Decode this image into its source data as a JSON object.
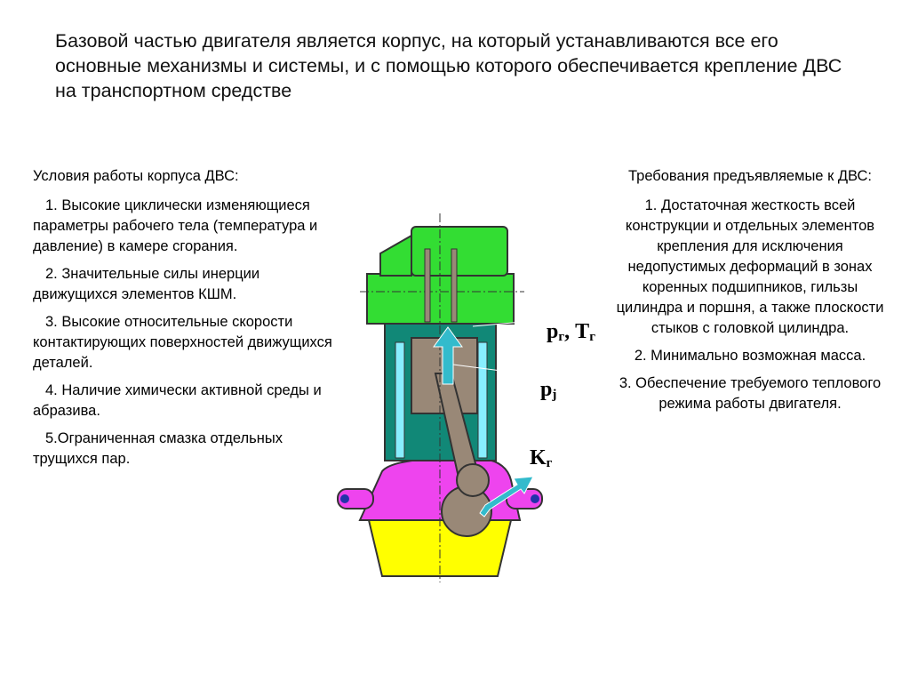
{
  "title": "Базовой частью двигателя является корпус, на который устанавливаются все его основные механизмы и системы, и с помощью которого обеспечивается крепление ДВС на транспортном средстве",
  "left": {
    "heading": "Условия работы корпуса ДВС:",
    "items": [
      "1. Высокие циклически изменяющиеся параметры рабочего тела (температура и давление) в камере сгорания.",
      "2. Значительные силы инерции движущихся элементов КШМ.",
      "3. Высокие относительные скорости контактирующих поверхностей движущихся деталей.",
      "4. Наличие химически активной среды и абразива.",
      "5.Ограниченная смазка отдельных трущихся пар."
    ]
  },
  "right": {
    "heading": "Требования предъявляемые к ДВС:",
    "items": [
      "1. Достаточная жесткость всей конструкции и отдельных элементов крепления для исключения недопустимых деформаций в зонах коренных подшипников, гильзы цилиндра и поршня, а также плоскости стыков с головкой цилиндра.",
      "2. Минимально возможная масса.",
      "3. Обеспечение требуемого теплового режима работы двигателя."
    ]
  },
  "labels": {
    "p": "p",
    "r_sub": "г",
    "sep": ",",
    "T": "T",
    "T_sub": "г",
    "pj": "p",
    "j_sub": "j",
    "K": "K",
    "K_sub": "г"
  },
  "colors": {
    "head": "#33dd33",
    "block": "#118877",
    "crankcase": "#ee44ee",
    "sump": "#ffff00",
    "arrow": "#33bbcc",
    "parts": "#998877"
  }
}
